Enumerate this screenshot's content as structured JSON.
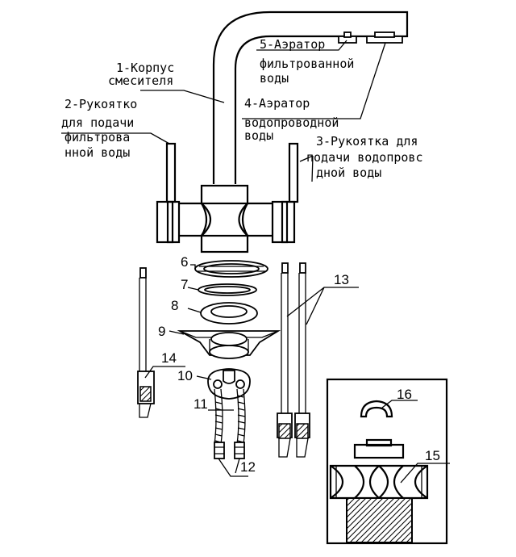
{
  "labels": {
    "body": [
      "1-Корпус",
      "смесителя"
    ],
    "filtered_handle": [
      "2-Рукоятко",
      "для подачи",
      "фильтрова",
      "нной воды"
    ],
    "tap_handle": [
      "3-Рукоятка для",
      "подачи водопровс",
      "дной воды"
    ],
    "tap_aerator": [
      "4-Аэратор",
      "водопроводной",
      "воды"
    ],
    "filtered_aerator": [
      "5-Аэратор",
      "фильтрованной",
      "воды"
    ]
  },
  "numbers": {
    "n6": "6",
    "n7": "7",
    "n8": "8",
    "n9": "9",
    "n10": "10",
    "n11": "11",
    "n12": "12",
    "n13": "13",
    "n14": "14",
    "n15": "15",
    "n16": "16"
  },
  "colors": {
    "line": "#000000",
    "background": "#ffffff",
    "hatch": "#000000"
  }
}
